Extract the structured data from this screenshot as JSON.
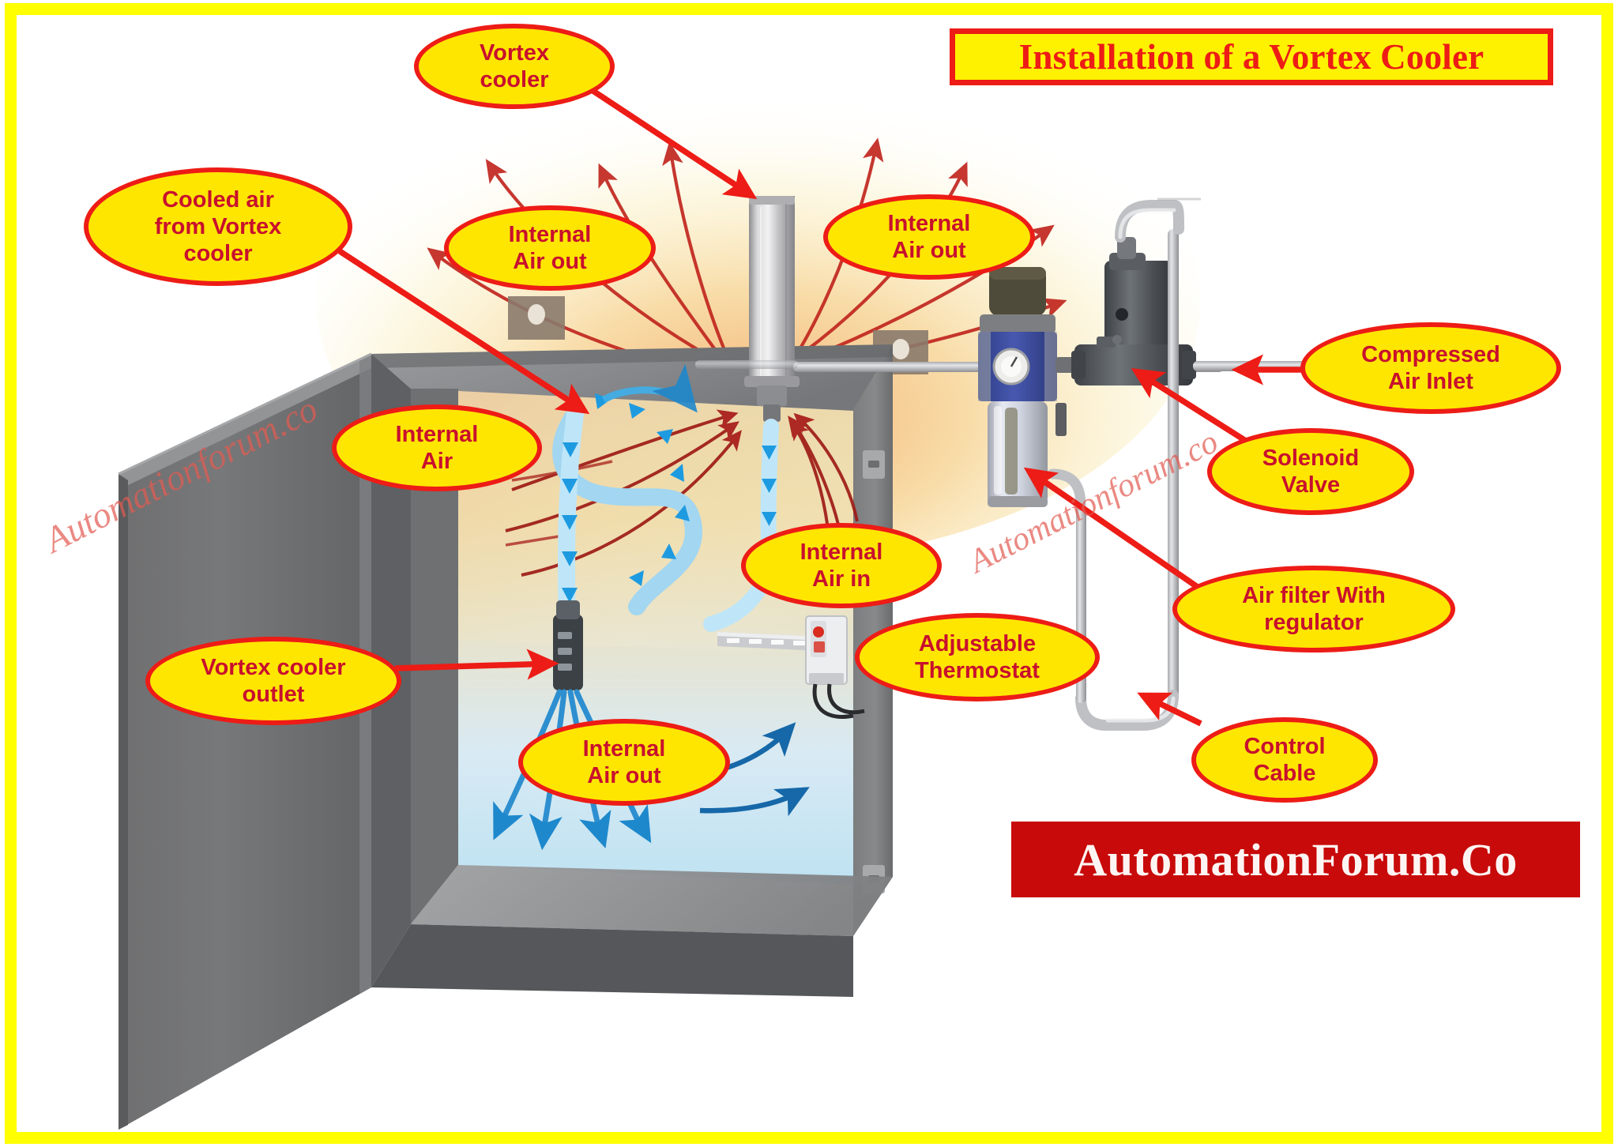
{
  "title": "Installation of a Vortex Cooler",
  "brand": "AutomationForum.Co",
  "watermarks": {
    "left": "Automationforum.co",
    "right": "Automationforum.co"
  },
  "colors": {
    "frame_yellow": "#FFFF00",
    "callout_fill": "#FFE600",
    "callout_border": "#ED1C16",
    "label_text": "#C8102E",
    "title_text": "#ED1C16",
    "brand_bg": "#C80A0A",
    "warm_air": "#C62020",
    "cool_air": "#1E90D6",
    "enclosure_body": "#6E6E6E",
    "regulator_blue": "#3B4C9E"
  },
  "callouts": [
    {
      "id": "vortex-cooler",
      "label": "Vortex\ncooler"
    },
    {
      "id": "cooled-air",
      "label": "Cooled air\nfrom Vortex\ncooler"
    },
    {
      "id": "internal-air-out-l",
      "label": "Internal\nAir out"
    },
    {
      "id": "internal-air-out-r",
      "label": "Internal\nAir out"
    },
    {
      "id": "compressed-air",
      "label": "Compressed\nAir Inlet"
    },
    {
      "id": "internal-air",
      "label": "Internal\nAir"
    },
    {
      "id": "solenoid-valve",
      "label": "Solenoid\nValve"
    },
    {
      "id": "internal-air-in",
      "label": "Internal\nAir in"
    },
    {
      "id": "air-filter",
      "label": "Air filter With\nregulator"
    },
    {
      "id": "vortex-outlet",
      "label": "Vortex cooler\noutlet"
    },
    {
      "id": "adjustable-thermostat",
      "label": "Adjustable\nThermostat"
    },
    {
      "id": "internal-air-out-b",
      "label": "Internal\nAir out"
    },
    {
      "id": "control-cable",
      "label": "Control\nCable"
    }
  ],
  "components": [
    "vortex-cooler-tube",
    "enclosure-cabinet",
    "enclosure-door",
    "flexible-hose",
    "cooler-outlet-manifold",
    "din-rail",
    "thermostat-module",
    "air-filter-regulator",
    "solenoid-valve-body",
    "supply-piping",
    "control-cable-conduit"
  ]
}
